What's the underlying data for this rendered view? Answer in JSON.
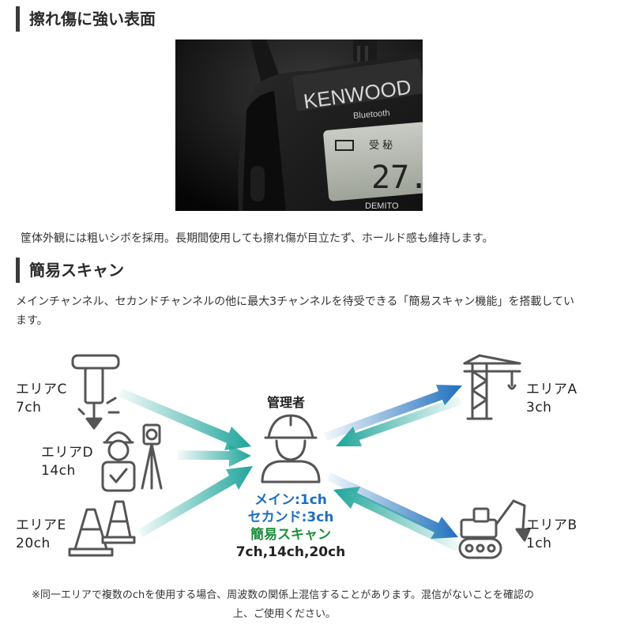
{
  "section1": {
    "title": "擦れ傷に強い表面",
    "photo": {
      "brand": "KENWOOD",
      "bluetooth": "Bluetooth",
      "display_chars": "受 秘",
      "display_digits": "27.",
      "model": "DEMITO"
    },
    "description": "筐体外観には粗いシボを採用。長期間使用しても擦れ傷が目立たず、ホールド感も維持します。"
  },
  "section2": {
    "title": "簡易スキャン",
    "description": "メインチャンネル、セカンドチャンネルの他に最大3チャンネルを待受できる「簡易スキャン機能」を搭載しています。"
  },
  "diagram": {
    "manager": "管理者",
    "areas": {
      "c": {
        "name": "エリアC",
        "ch": "7ch"
      },
      "d": {
        "name": "エリアD",
        "ch": "14ch"
      },
      "e": {
        "name": "エリアE",
        "ch": "20ch"
      },
      "a": {
        "name": "エリアA",
        "ch": "3ch"
      },
      "b": {
        "name": "エリアB",
        "ch": "1ch"
      }
    },
    "scan_info": {
      "main": "メイン:1ch",
      "second": "セカンド:3ch",
      "scan_title": "簡易スキャン",
      "scan_channels": "7ch,14ch,20ch"
    },
    "colors": {
      "teal": "#1fa59a",
      "blue": "#1f6fbd",
      "green": "#1d8f3e",
      "icon": "#555555"
    }
  },
  "note": {
    "line1": "※同一エリアで複数のchを使用する場合、周波数の関係上混信することがあります。混信がないことを確認の",
    "line2": "上、ご使用ください。"
  }
}
